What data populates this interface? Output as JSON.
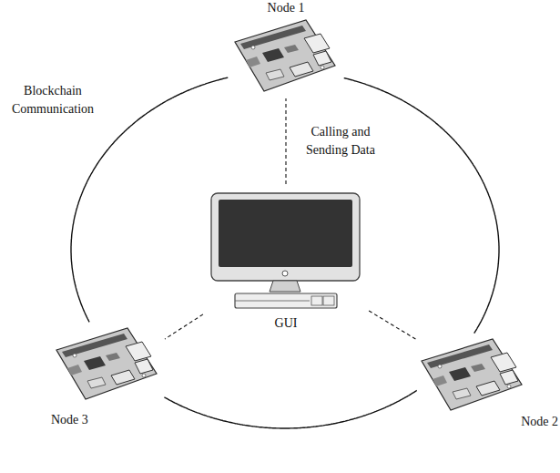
{
  "diagram": {
    "nodes": [
      {
        "text": [
          "Node 1"
        ]
      },
      {
        "text": [
          "Node 2"
        ]
      },
      {
        "text": [
          "Node 3"
        ]
      },
      {
        "text": [
          "GUI"
        ]
      }
    ],
    "edges": [
      {
        "from": 3,
        "to": 0,
        "label": "Calling and Sending Data",
        "arrow": "none"
      },
      {
        "from": 3,
        "to": 1,
        "arrow": "none"
      },
      {
        "from": 3,
        "to": 2,
        "arrow": "none"
      },
      {
        "from": 0,
        "to": 1,
        "arrow": "none"
      },
      {
        "from": 1,
        "to": 2,
        "arrow": "none"
      },
      {
        "from": 2,
        "to": 0,
        "arrow": "none"
      }
    ],
    "labels": [
      "Blockchain Communication"
    ]
  }
}
